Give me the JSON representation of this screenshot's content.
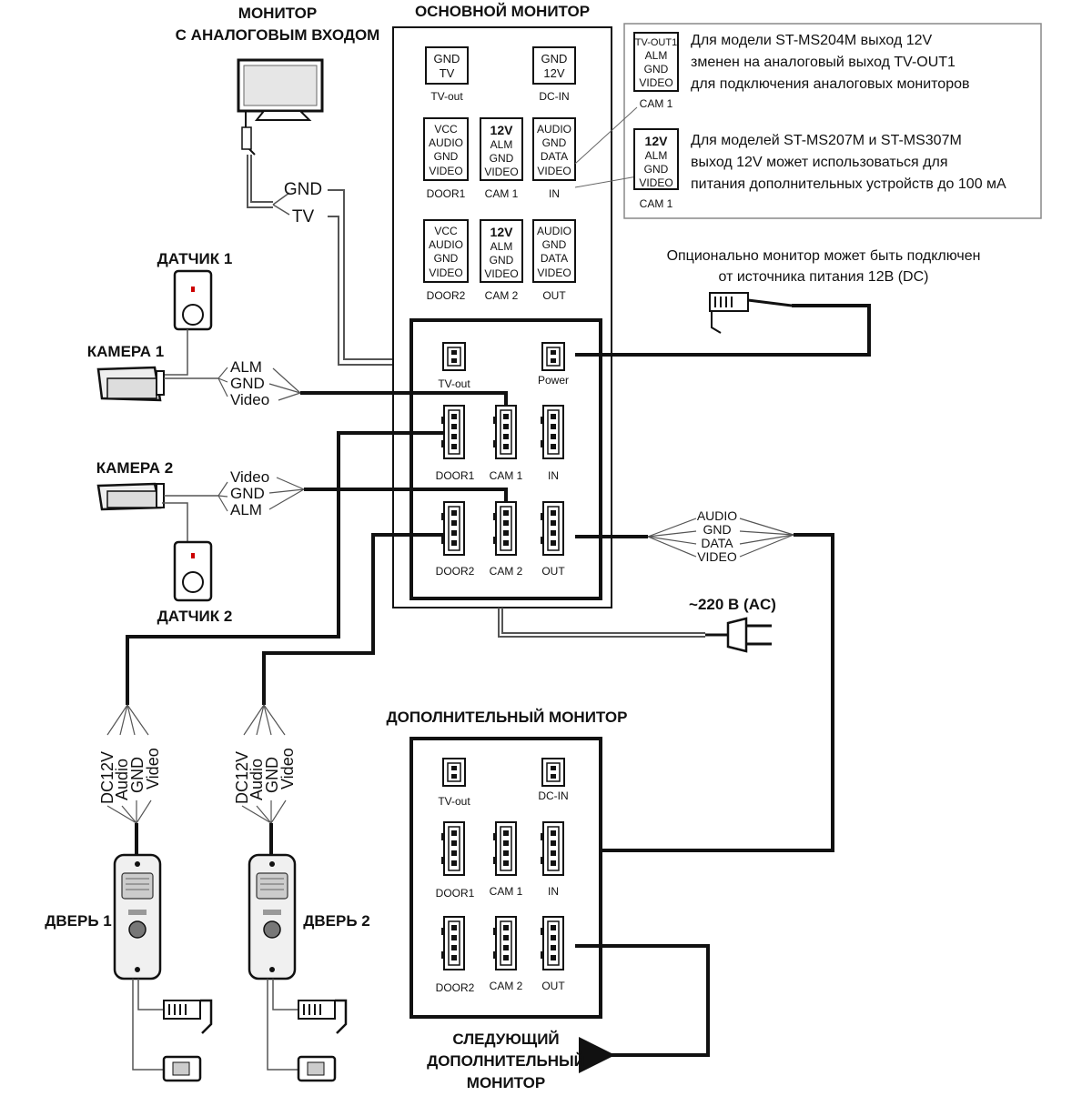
{
  "monitor_analog": {
    "title_line1": "МОНИТОР",
    "title_line2": "С АНАЛОГОВЫМ ВХОДОМ",
    "gnd": "GND",
    "tv": "TV"
  },
  "main_monitor": {
    "title": "ОСНОВНОЙ МОНИТОР",
    "tv_out": {
      "pins": [
        "GND",
        "TV"
      ],
      "label": "TV-out"
    },
    "dc_in": {
      "pins": [
        "GND",
        "12V"
      ],
      "label": "DC-IN"
    },
    "door1": {
      "pins": [
        "VCC",
        "AUDIO",
        "GND",
        "VIDEO"
      ],
      "label": "DOOR1"
    },
    "cam1": {
      "pins": [
        "12V",
        "ALM",
        "GND",
        "VIDEO"
      ],
      "label": "CAM 1"
    },
    "in": {
      "pins": [
        "AUDIO",
        "GND",
        "DATA",
        "VIDEO"
      ],
      "label": "IN"
    },
    "door2": {
      "pins": [
        "VCC",
        "AUDIO",
        "GND",
        "VIDEO"
      ],
      "label": "DOOR2"
    },
    "cam2": {
      "pins": [
        "12V",
        "ALM",
        "GND",
        "VIDEO"
      ],
      "label": "CAM 2"
    },
    "out": {
      "pins": [
        "AUDIO",
        "GND",
        "DATA",
        "VIDEO"
      ],
      "label": "OUT"
    },
    "panel": {
      "tv_out": "TV-out",
      "power": "Power",
      "door1": "DOOR1",
      "cam1": "CAM 1",
      "in": "IN",
      "door2": "DOOR2",
      "cam2": "CAM 2",
      "out": "OUT"
    }
  },
  "notes": {
    "note1": {
      "pins": [
        "TV-OUT1",
        "ALM",
        "GND",
        "VIDEO"
      ],
      "label": "CAM 1",
      "lines": [
        "Для модели ST-MS204M  выход 12V",
        "зменен на аналоговый выход TV-OUT1",
        "для подключения аналоговых мониторов"
      ]
    },
    "note2": {
      "pins": [
        "12V",
        "ALM",
        "GND",
        "VIDEO"
      ],
      "label": "CAM 1",
      "lines": [
        "Для моделей ST-MS207M и ST-MS307M",
        "выход 12V может использоваться для",
        "питания дополнительных устройств до 100 мА"
      ]
    }
  },
  "power_note": {
    "line1": "Опционально монитор может быть подключен",
    "line2": "от источника питания 12В (DC)"
  },
  "sensor1": {
    "title": "ДАТЧИК 1"
  },
  "sensor2": {
    "title": "ДАТЧИК 2"
  },
  "camera1": {
    "title": "КАМЕРА 1",
    "wires": [
      "ALM",
      "GND",
      "Video"
    ]
  },
  "camera2": {
    "title": "КАМЕРА 2",
    "wires": [
      "Video",
      "GND",
      "ALM"
    ]
  },
  "out_wires": [
    "AUDIO",
    "GND",
    "DATA",
    "VIDEO"
  ],
  "ac_label": "~220 В (AC)",
  "door_wires": [
    "DC12V",
    "Audio",
    "GND",
    "Video"
  ],
  "door1": {
    "title": "ДВЕРЬ 1"
  },
  "door2": {
    "title": "ДВЕРЬ 2"
  },
  "extra_monitor": {
    "title": "ДОПОЛНИТЕЛЬНЫЙ МОНИТОР",
    "tv_out": "TV-out",
    "dc_in": "DC-IN",
    "door1": "DOOR1",
    "cam1": "CAM 1",
    "in": "IN",
    "door2": "DOOR2",
    "cam2": "CAM 2",
    "out": "OUT"
  },
  "next_monitor": {
    "line1": "СЛЕДУЮЩИЙ",
    "line2": "ДОПОЛНИТЕЛЬНЫЙ",
    "line3": "МОНИТОР"
  }
}
